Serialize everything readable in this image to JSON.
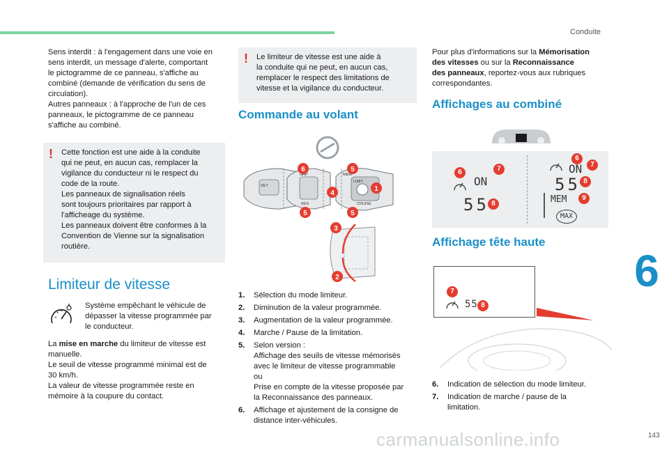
{
  "header": {
    "section": "Conduite",
    "page_number": "143",
    "chapter_number": "6"
  },
  "col1": {
    "intro": "Sens interdit : à l'engagement dans une voie en\nsens interdit, un message d'alerte, comportant\nle pictogramme de ce panneau, s'affiche au\ncombiné (demande de vérification du sens de\ncirculation).\nAutres panneaux : à l'approche de l'un de ces\npanneaux, le pictogramme de ce panneau\ns'affiche au combiné.",
    "warning": "Cette fonction est une aide à la conduite\nqui ne peut, en aucun cas, remplacer la\nvigilance du conducteur ni le respect du\ncode de la route.\nLes panneaux de signalisation réels\nsont toujours prioritaires par rapport à\nl'afficheage du système.\nLes panneaux doivent être conformes à la\nConvention de Vienne sur la signalisation\nroutière.",
    "heading": "Limiteur de vitesse",
    "icon_text": "Système empêchant le véhicule de\ndépasser la vitesse programmée par\nle conducteur.",
    "p_prefix": "La ",
    "p_bold": "mise en marche",
    "p_rest": " du limiteur de vitesse est\nmanuelle.\nLe seuil de vitesse programmé minimal est de\n30 km/h.\nLa valeur de vitesse programmée reste en\nmémoire à la coupure du contact."
  },
  "col2": {
    "warning": "Le limiteur de vitesse est une aide à\nla conduite qui ne peut, en aucun cas,\nremplacer le respect des limitations de\nvitesse et la vigilance du conducteur.",
    "heading": "Commande au volant",
    "callouts": [
      "6",
      "5",
      "4",
      "1",
      "5",
      "5",
      "3",
      "2"
    ],
    "stalk_labels": [
      "GAP",
      "MEM",
      "LIMIT",
      "SET",
      "RES",
      "CRUISE"
    ],
    "items": [
      {
        "n": "1.",
        "text": "Sélection du mode limiteur."
      },
      {
        "n": "2.",
        "text": "Diminution de la valeur programmée."
      },
      {
        "n": "3.",
        "text": "Augmentation de la valeur programmée."
      },
      {
        "n": "4.",
        "text": "Marche / Pause de la limitation."
      },
      {
        "n": "5.",
        "text": "Selon version :\nAffichage des seuils de vitesse mémorisés\navec le limiteur de vitesse programmable\nou\nPrise en compte de la vitesse proposée par\nla Reconnaissance des panneaux."
      },
      {
        "n": "6.",
        "text": "Affichage et ajustement de la consigne de\ndistance inter-véhicules."
      }
    ]
  },
  "col3": {
    "p1": "Pour plus d'informations sur la ",
    "b1": "Mémorisation\ndes vitesses",
    "p2": " ou sur la ",
    "b2": "Reconnaissance\ndes panneaux",
    "p3": ", reportez-vous aux rubriques\ncorrespondantes.",
    "h1": "Affichages au combiné",
    "cluster": {
      "on": "ON",
      "speed": "55",
      "mem": "MEM",
      "max": "MAX",
      "badges": [
        "6",
        "7",
        "8",
        "6",
        "7",
        "8",
        "9"
      ]
    },
    "h2": "Affichage tête haute",
    "hud": {
      "speed": "55",
      "badges": [
        "7",
        "8"
      ]
    },
    "items": [
      {
        "n": "6.",
        "text": "Indication de sélection du mode limiteur."
      },
      {
        "n": "7.",
        "text": "Indication de marche / pause de la\nlimitation."
      }
    ]
  },
  "footer": {
    "watermark": "carmanualsonline.info"
  },
  "colors": {
    "accent": "#1a8fc8",
    "warning": "#d7312b",
    "callout": "#e43d30",
    "bar": "#7dd3a0"
  }
}
